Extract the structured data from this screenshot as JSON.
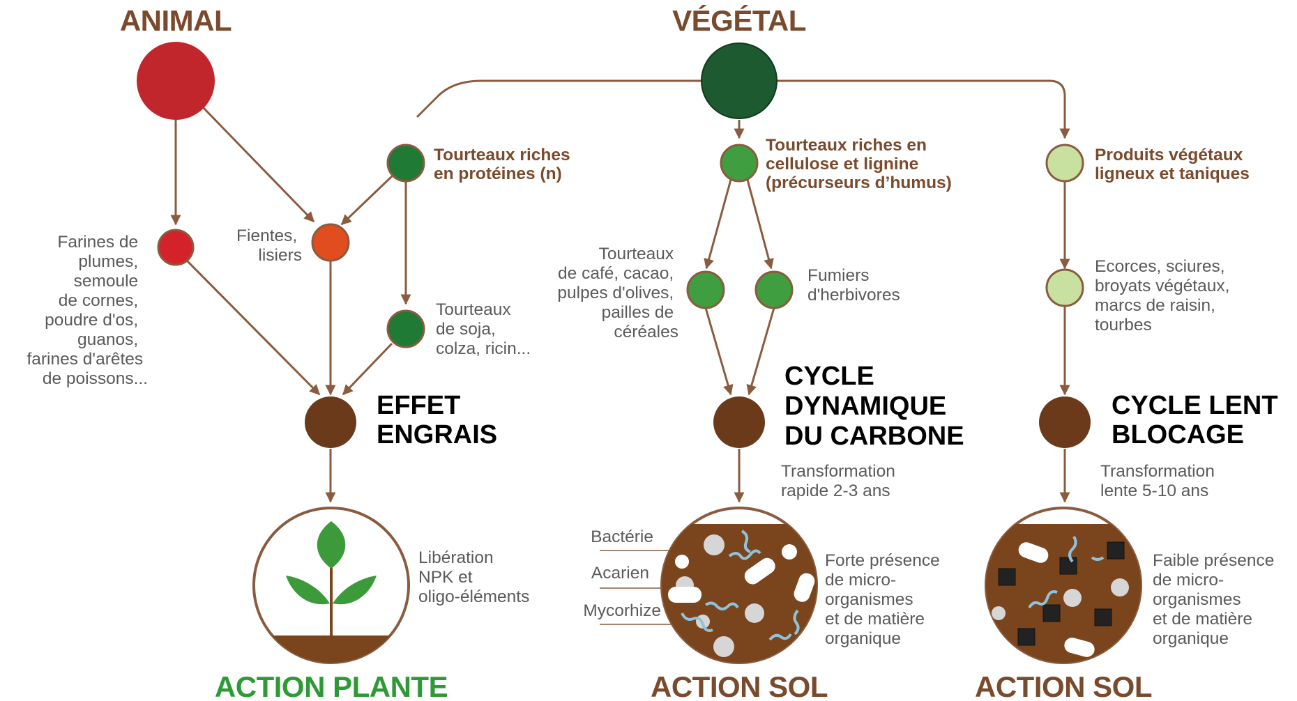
{
  "headers": {
    "animal": "ANIMAL",
    "vegetal": "VÉGÉTAL",
    "action_plante": "ACTION PLANTE",
    "action_sol_1": "ACTION SOL",
    "action_sol_2": "ACTION SOL"
  },
  "categories": {
    "tourteaux_proteines": [
      "Tourteaux riches",
      "en protéines (n)"
    ],
    "tourteaux_cellulose": [
      "Tourteaux riches en",
      "cellulose et lignine",
      "(précurseurs d’humus)"
    ],
    "produits_vegetaux": [
      "Produits végétaux",
      "ligneux et taniques"
    ]
  },
  "labels": {
    "farines": [
      "Farines de",
      "plumes,",
      "semoule",
      "de cornes,",
      "poudre d'os,",
      "guanos,",
      "farines d'arêtes",
      "de poissons..."
    ],
    "fientes": [
      "Fientes,",
      "lisiers"
    ],
    "tourteaux_soja": [
      "Tourteaux",
      "de soja,",
      "colza, ricin..."
    ],
    "tourteaux_cafe": [
      "Tourteaux",
      "de café, cacao,",
      "pulpes d'olives,",
      "pailles de",
      "céréales"
    ],
    "fumiers": [
      "Fumiers",
      "d'herbivores"
    ],
    "ecorces": [
      "Ecorces, sciures,",
      "broyats végétaux,",
      "marcs de raisin,",
      "tourbes"
    ],
    "transformation_rapide": [
      "Transformation",
      "rapide 2-3 ans"
    ],
    "transformation_lente": [
      "Transformation",
      "lente 5-10 ans"
    ],
    "liberation": [
      "Libération",
      "NPK et",
      "oligo-éléments"
    ],
    "bacterie": "Bactérie",
    "acarien": "Acarien",
    "mycorhize": "Mycorhize",
    "forte_presence": [
      "Forte présence",
      "de micro-",
      "organismes",
      "et de matière",
      "organique"
    ],
    "faible_presence": [
      "Faible présence",
      "de micro-",
      "organismes",
      "et de matière",
      "organique"
    ]
  },
  "annotations": {
    "effet_engrais": [
      "EFFET",
      "ENGRAIS"
    ],
    "cycle_dynamique": [
      "CYCLE",
      "DYNAMIQUE",
      "DU CARBONE"
    ],
    "cycle_lent": [
      "CYCLE LENT",
      "BLOCAGE"
    ]
  },
  "colors": {
    "brown_text": "#7a4a2c",
    "line": "#8a5b3e",
    "animal_red": "#c0262b",
    "vegetal_green": "#1e5a2f",
    "node_red": "#d4222a",
    "node_orange": "#e14d1e",
    "node_green": "#1f7a35",
    "node_mid_green": "#3f9e3f",
    "node_light_green": "#c8e0a0",
    "node_brown": "#6b3a1a",
    "soil_brown": "#7a451c",
    "plant_green": "#3d9a3a",
    "filament_blue": "#8fc3dc"
  },
  "icons": [
    "plant-icon",
    "soil-active-icon",
    "soil-slow-icon"
  ]
}
